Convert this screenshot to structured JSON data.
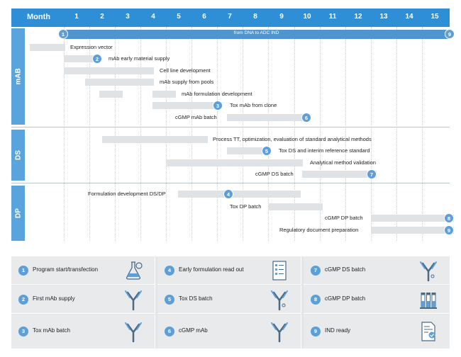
{
  "header": {
    "month_label": "Month",
    "months": [
      "1",
      "2",
      "3",
      "4",
      "5",
      "6",
      "7",
      "8",
      "9",
      "10",
      "11",
      "12",
      "13",
      "14",
      "15"
    ]
  },
  "sections": {
    "mab": "mAB",
    "ds": "DS",
    "dp": "DP"
  },
  "milestone_bar": {
    "label": "from DNA to ADC IND",
    "start_num": "1",
    "end_num": "9"
  },
  "tasks": {
    "expression_vector": "Expression vector",
    "mab_early": "mAb early material supply",
    "cell_line": "Cell line development",
    "mab_pools": "mAb supply from pools",
    "mab_formulation": "mAb formulation development",
    "tox_mab_clone": "Tox mAb from clone",
    "cgmp_mab_batch": "cGMP mAb batch",
    "process_tt": "Process TT, optimization, evaluation of standard analytical methods",
    "tox_ds": "Tox DS and interim reference standard",
    "analytical_validation": "Analytical method validation",
    "cgmp_ds_batch": "cGMP DS batch",
    "formulation_dev": "Formulation development DS/DP",
    "tox_dp_batch": "Tox DP batch",
    "cgmp_dp_batch": "cGMP DP batch",
    "regulatory": "Regulatory document preparation"
  },
  "milestone_nums": {
    "m2": "2",
    "m3": "3",
    "m4": "4",
    "m5": "5",
    "m6": "6",
    "m7": "7",
    "m8": "8",
    "m9": "9"
  },
  "legend": [
    {
      "num": "1",
      "label": "Program start/transfection",
      "icon": "flask-icon"
    },
    {
      "num": "4",
      "label": "Early formulation read out",
      "icon": "document-icon"
    },
    {
      "num": "7",
      "label": "cGMP DS batch",
      "icon": "antibody-drug-icon"
    },
    {
      "num": "2",
      "label": "First mAb supply",
      "icon": "antibody-icon"
    },
    {
      "num": "5",
      "label": "Tox DS batch",
      "icon": "antibody-drug-icon"
    },
    {
      "num": "8",
      "label": "cGMP DP batch",
      "icon": "vials-icon"
    },
    {
      "num": "3",
      "label": "Tox mAb batch",
      "icon": "antibody-icon"
    },
    {
      "num": "6",
      "label": "cGMP mAb",
      "icon": "antibody-icon"
    },
    {
      "num": "9",
      "label": "IND ready",
      "icon": "certificate-icon"
    }
  ],
  "colors": {
    "header_blue": "#2f8fd6",
    "section_blue": "#5aa4de",
    "milestone_blue": "#5d9fd6",
    "bar_grey": "#e0e3e5"
  }
}
